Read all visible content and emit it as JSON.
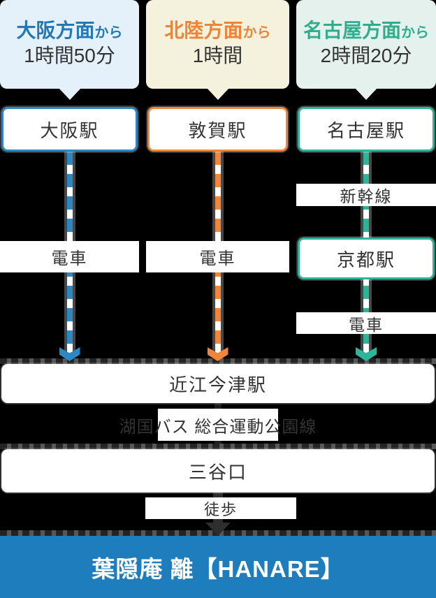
{
  "routes": [
    {
      "origin": "大阪方面",
      "origin_suffix": "から",
      "duration": "1時間50分",
      "station": "大阪駅",
      "transport_labels": [
        "電車"
      ],
      "accent_color": "#2d87c3",
      "header_bg_color": "#e4f1fa"
    },
    {
      "origin": "北陸方面",
      "origin_suffix": "から",
      "duration": "1時間",
      "station": "敦賀駅",
      "transport_labels": [
        "電車"
      ],
      "accent_color": "#f0863b",
      "header_bg_color": "#f4f1dd"
    },
    {
      "origin": "名古屋方面",
      "origin_suffix": "から",
      "duration": "2時間20分",
      "station": "名古屋駅",
      "transport_labels": [
        "新幹線",
        "電車"
      ],
      "via_station": "京都駅",
      "accent_color": "#2eb498",
      "header_bg_color": "#e5f1ec"
    }
  ],
  "hub_station": "近江今津駅",
  "bus_label": "湖国バス 総合運動公園線",
  "bus_stop": "三谷口",
  "walk_label": "徒歩",
  "destination": {
    "name": "葉隠庵 離【HANARE】",
    "bg_color": "#1d7dbd",
    "text_color": "#ffffff"
  }
}
